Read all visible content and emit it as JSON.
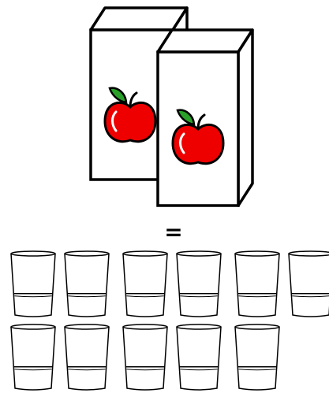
{
  "equation": {
    "symbol": "=",
    "juice_box": {
      "count": 2,
      "icon": "apple-icon"
    },
    "glasses": {
      "count": 11,
      "fill_level": 0.35
    }
  },
  "colors": {
    "outline": "#000000",
    "apple": "#ee0000",
    "leaf": "#2aa02a",
    "box": "#ffffff"
  }
}
